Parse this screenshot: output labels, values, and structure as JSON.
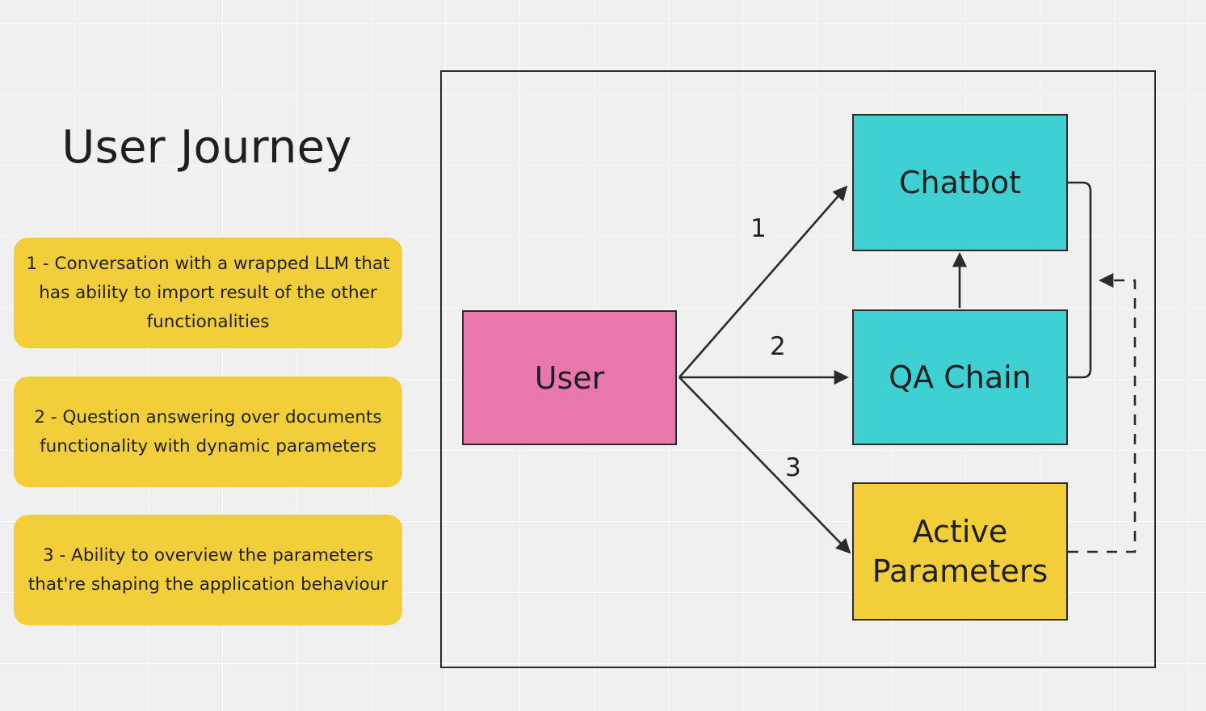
{
  "page": {
    "title": "User Journey",
    "background_color": "#f0f0f0",
    "grid": true
  },
  "legend": {
    "callouts": [
      {
        "id": "callout-1",
        "number": "1",
        "text": "1 - Conversation with a wrapped LLM that has ability to import result of the other functionalities",
        "color": "#f2ce3a"
      },
      {
        "id": "callout-2",
        "number": "2",
        "text": "2 - Question answering over documents functionality with dynamic parameters",
        "color": "#f2ce3a"
      },
      {
        "id": "callout-3",
        "number": "3",
        "text": "3 - Ability to overview the parameters that're shaping the application behaviour",
        "color": "#f2ce3a"
      }
    ]
  },
  "diagram": {
    "nodes": [
      {
        "id": "user",
        "label": "User",
        "color": "#e878ac"
      },
      {
        "id": "chatbot",
        "label": "Chatbot",
        "color": "#3fd0d4"
      },
      {
        "id": "qa-chain",
        "label": "QA Chain",
        "color": "#3fd0d4"
      },
      {
        "id": "active-parameters",
        "label": "Active Parameters",
        "color": "#f2ce3a"
      }
    ],
    "edges": [
      {
        "id": "edge-1",
        "from": "user",
        "to": "chatbot",
        "label": "1",
        "style": "solid"
      },
      {
        "id": "edge-2",
        "from": "user",
        "to": "qa-chain",
        "label": "2",
        "style": "solid"
      },
      {
        "id": "edge-3",
        "from": "user",
        "to": "active-parameters",
        "label": "3",
        "style": "solid"
      },
      {
        "id": "edge-4",
        "from": "qa-chain",
        "to": "chatbot",
        "label": "",
        "style": "solid"
      },
      {
        "id": "edge-5",
        "from": "qa-chain",
        "to": "chatbot",
        "label": "",
        "style": "solid-routed"
      },
      {
        "id": "edge-6",
        "from": "active-parameters",
        "to": "qa-chain-return",
        "label": "",
        "style": "dashed"
      }
    ],
    "border_color": "#2b2b2b"
  }
}
